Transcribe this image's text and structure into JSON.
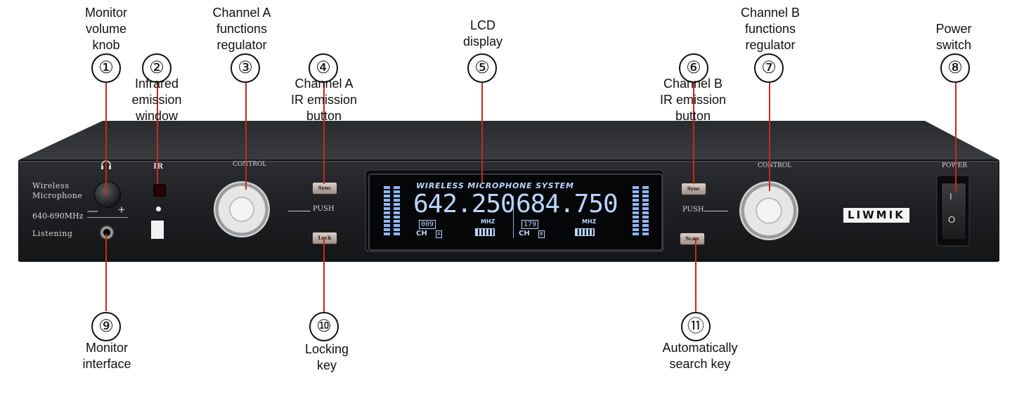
{
  "labels": {
    "monitor_volume_knob": [
      "Monitor",
      "volume",
      "knob"
    ],
    "infrared_emission_window": [
      "Infrared",
      "emission",
      "window"
    ],
    "channel_a_regulator": [
      "Channel A",
      "functions",
      "regulator"
    ],
    "channel_a_ir_button": [
      "Channel A",
      "IR emission",
      "button"
    ],
    "lcd_display": [
      "LCD",
      "display"
    ],
    "channel_b_ir_button": [
      "Channel B",
      "IR emission",
      "button"
    ],
    "channel_b_regulator": [
      "Channel B",
      "functions",
      "regulator"
    ],
    "power_switch": [
      "Power",
      "switch"
    ],
    "monitor_interface": [
      "Monitor",
      "interface"
    ],
    "locking_key": [
      "Locking",
      "key"
    ],
    "auto_search_key": [
      "Automatically",
      "search key"
    ]
  },
  "numbers": [
    "①",
    "②",
    "③",
    "④",
    "⑤",
    "⑥",
    "⑦",
    "⑧",
    "⑨",
    "⑩",
    "⑪"
  ],
  "device": {
    "left_text": [
      "Wireless",
      "Microphone",
      "640-690MHz",
      "Listening"
    ],
    "headphone_icon": "headphone-icon",
    "minus": "—",
    "plus": "+",
    "ir": "IR",
    "control_a": "CONTROL",
    "control_b": "CONTROL",
    "push_a": "PUSH",
    "push_b": "PUSH",
    "sync_a": "Sync",
    "lock": "Lock",
    "sync_b": "Sync",
    "scan": "Scan",
    "brand": "LIWMIK",
    "power": "POWER",
    "switch_on": "I",
    "switch_off": "O",
    "lcd": {
      "title": "WIRELESS MICROPHONE SYSTEM",
      "freq_a": "642.250",
      "freq_b": "684.750",
      "unit_a": "MHZ",
      "unit_b": "MHZ",
      "ch_a_num": "009",
      "ch_b_num": "179",
      "ch_label": "CH",
      "ch_a_letter": "A",
      "ch_b_letter": "B"
    }
  },
  "colors": {
    "leader_line": "#c8281e",
    "panel": "#1b1c1f",
    "lcd_glow": "#b9d6ff"
  }
}
